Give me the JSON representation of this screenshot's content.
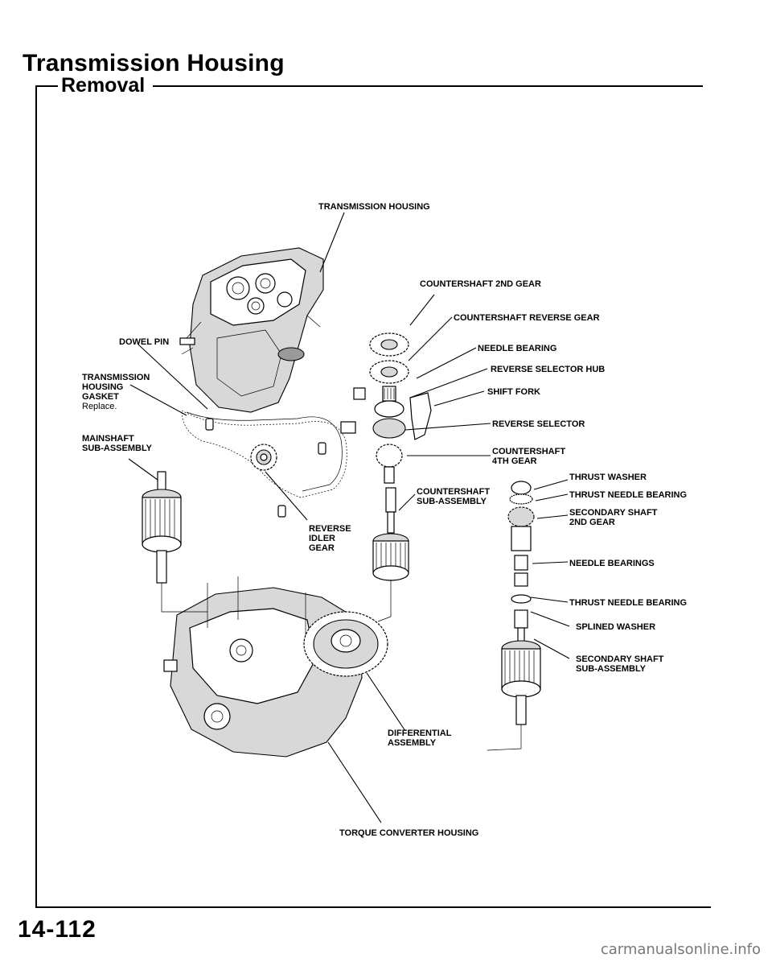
{
  "header": {
    "title": "Transmission Housing",
    "section": "Removal"
  },
  "footer": {
    "page_number": "14-112",
    "watermark": "carmanualsonline.info"
  },
  "labels": {
    "transmission_housing": "TRANSMISSION HOUSING",
    "countershaft_2nd_gear": "COUNTERSHAFT 2ND GEAR",
    "countershaft_reverse_gear": "COUNTERSHAFT REVERSE GEAR",
    "dowel_pin": "DOWEL PIN",
    "needle_bearing": "NEEDLE BEARING",
    "gasket_line1": "TRANSMISSION",
    "gasket_line2": "HOUSING",
    "gasket_line3": "GASKET",
    "gasket_note": "Replace.",
    "reverse_selector_hub": "REVERSE SELECTOR HUB",
    "shift_fork": "SHIFT FORK",
    "reverse_selector": "REVERSE SELECTOR",
    "mainshaft_line1": "MAINSHAFT",
    "mainshaft_line2": "SUB-ASSEMBLY",
    "countershaft_4th_line1": "COUNTERSHAFT",
    "countershaft_4th_line2": "4TH GEAR",
    "thrust_washer": "THRUST WASHER",
    "thrust_needle_bearing_1": "THRUST NEEDLE BEARING",
    "countershaft_sub_line1": "COUNTERSHAFT",
    "countershaft_sub_line2": "SUB-ASSEMBLY",
    "secondary_2nd_line1": "SECONDARY SHAFT",
    "secondary_2nd_line2": "2ND GEAR",
    "reverse_idler_line1": "REVERSE",
    "reverse_idler_line2": "IDLER",
    "reverse_idler_line3": "GEAR",
    "needle_bearings": "NEEDLE BEARINGS",
    "thrust_needle_bearing_2": "THRUST NEEDLE BEARING",
    "splined_washer": "SPLINED WASHER",
    "secondary_sub_line1": "SECONDARY SHAFT",
    "secondary_sub_line2": "SUB-ASSEMBLY",
    "differential_line1": "DIFFERENTIAL",
    "differential_line2": "ASSEMBLY",
    "torque_converter_housing": "TORQUE CONVERTER HOUSING"
  }
}
